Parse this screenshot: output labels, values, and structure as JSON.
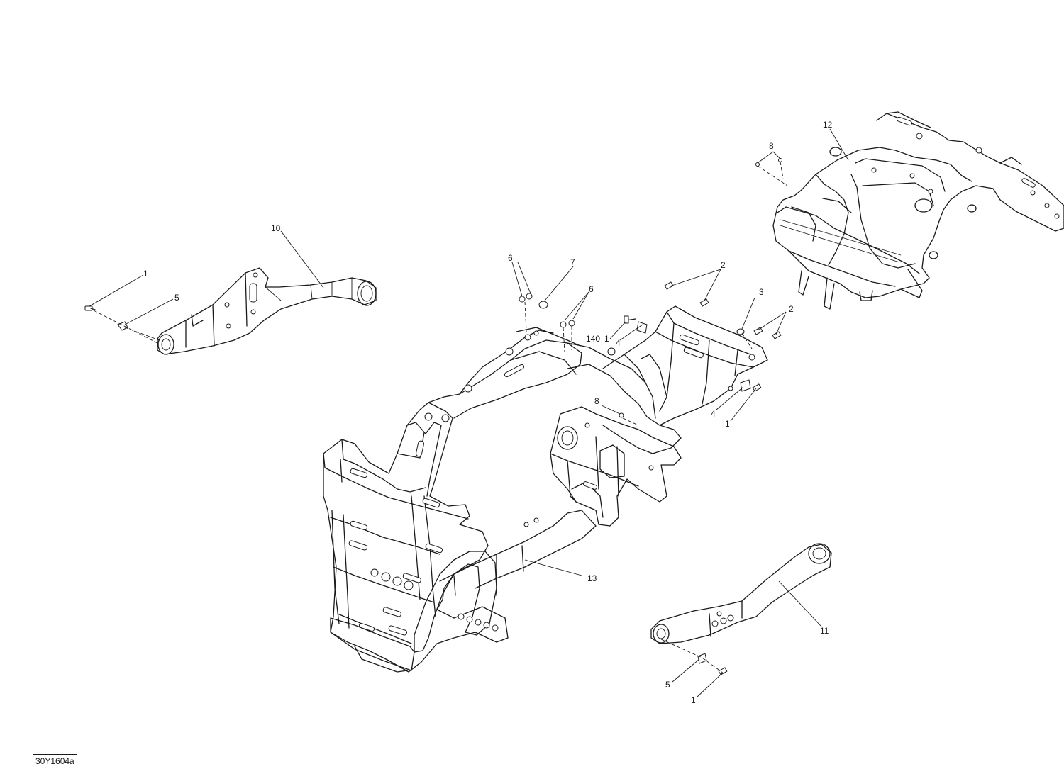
{
  "callouts": {
    "c1_left": "1",
    "c5_left": "5",
    "c10": "10",
    "c6_a": "6",
    "c7": "7",
    "c6_b": "6",
    "c1_mid": "1",
    "c140": "140",
    "c4_mid": "4",
    "c8_mid": "8",
    "c2_a": "2",
    "c3": "3",
    "c2_b": "2",
    "c4_right": "4",
    "c1_right": "1",
    "c8_top": "8",
    "c12": "12",
    "c13": "13",
    "c11": "11",
    "c5_bottom": "5",
    "c1_bottom": "1"
  },
  "reference_code": "30Y1604a"
}
